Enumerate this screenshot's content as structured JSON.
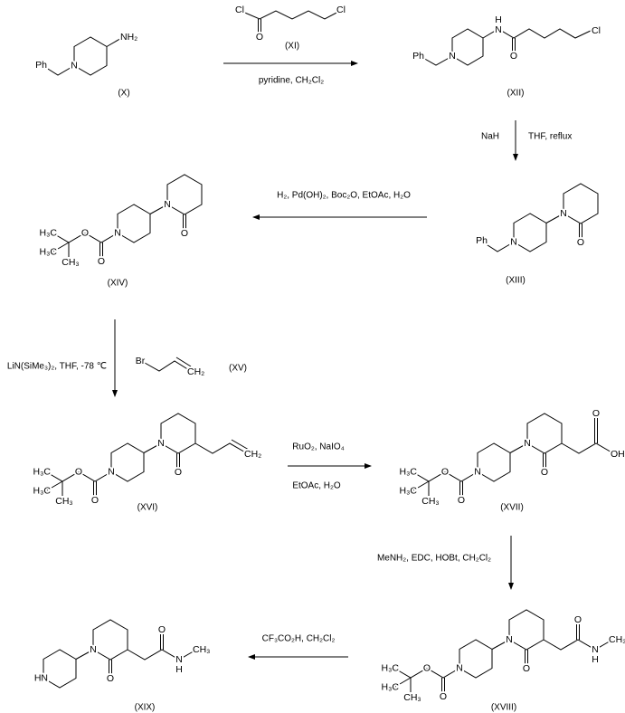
{
  "compounds": {
    "X": "(X)",
    "XI": "(XI)",
    "XII": "(XII)",
    "XIII": "(XIII)",
    "XIV": "(XIV)",
    "XV": "(XV)",
    "XVI": "(XVI)",
    "XVII": "(XVII)",
    "XVIII": "(XVIII)",
    "XIX": "(XIX)"
  },
  "atoms": {
    "N": "N",
    "O": "O",
    "H": "H",
    "Cl": "Cl",
    "Br": "Br",
    "Ph": "Ph",
    "HN": "HN",
    "OH": "OH",
    "NH2": "NH₂",
    "CH2": "CH₂",
    "CH3": "CH₃",
    "H3C": "H₃C"
  },
  "reagents": {
    "step1": "pyridine, CH₂Cl₂",
    "step2_left": "NaH",
    "step2_right": "THF,  reflux",
    "step3": "H₂, Pd(OH)₂, Boc₂O, EtOAc, H₂O",
    "step4": "LiN(SiMe₃)₂, THF, -78 ℃",
    "step5_top": "RuO₂, NaIO₄",
    "step5_bottom": "EtOAc, H₂O",
    "step6": "MeNH₂, EDC, HOBt, CH₂Cl₂",
    "step7": "CF₃CO₂H, CH₂Cl₂"
  }
}
